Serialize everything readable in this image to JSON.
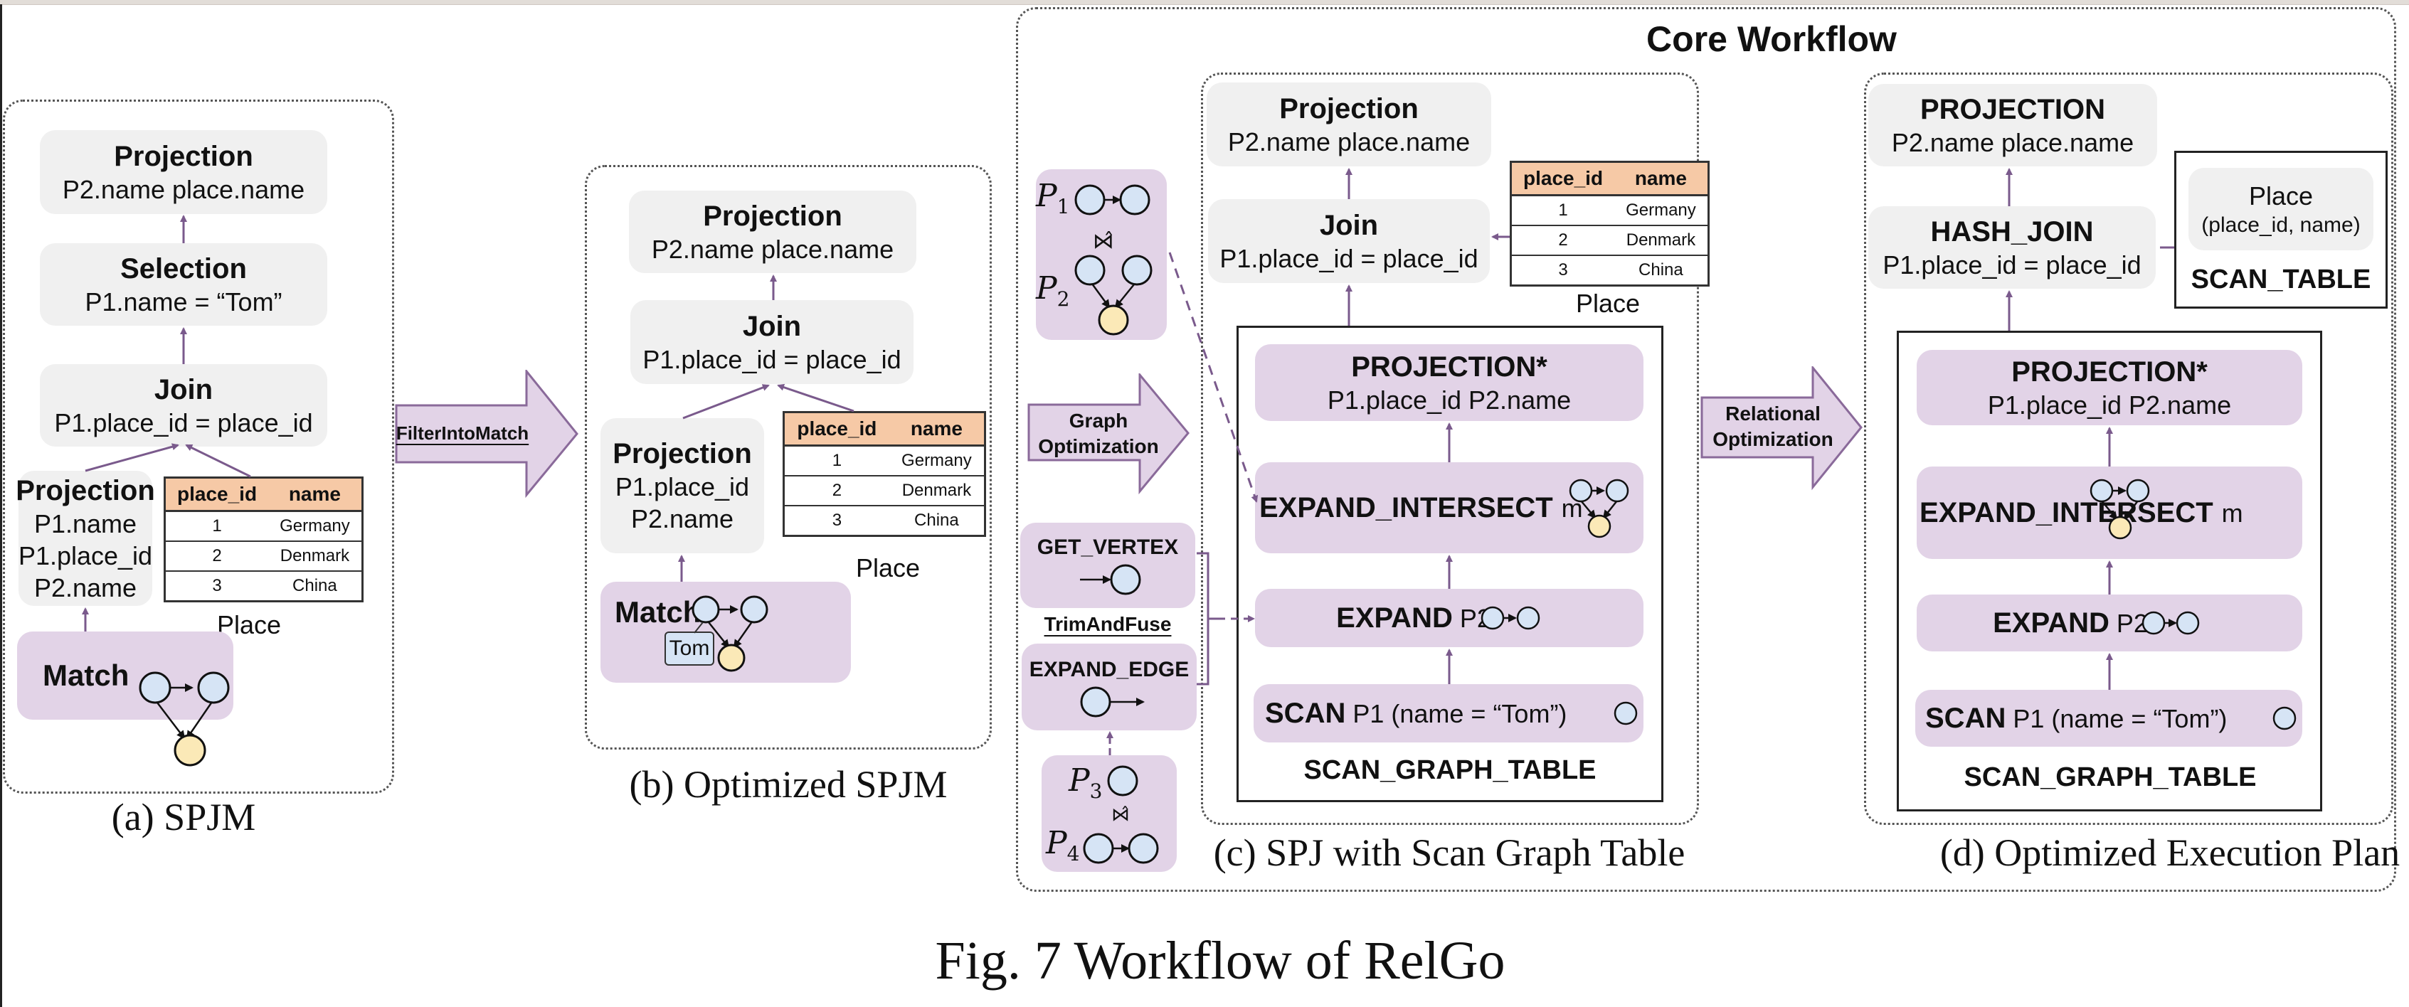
{
  "figure_caption": "Fig. 7 Workflow of RelGo",
  "core_workflow_title": "Core Workflow",
  "panel_a": {
    "caption": "(a) SPJM",
    "projection": {
      "title": "Projection",
      "detail": "P2.name place.name"
    },
    "selection": {
      "title": "Selection",
      "detail": "P1.name = “Tom”"
    },
    "join": {
      "title": "Join",
      "detail": "P1.place_id = place_id"
    },
    "inner_projection": {
      "title": "Projection",
      "lines": [
        "P1.name",
        "P1.place_id",
        "P2.name"
      ]
    },
    "match": {
      "title": "Match"
    },
    "table_label": "Place"
  },
  "arrow_filter": {
    "label": "FilterIntoMatch"
  },
  "panel_b": {
    "caption": "(b) Optimized SPJM",
    "projection": {
      "title": "Projection",
      "detail": "P2.name place.name"
    },
    "join": {
      "title": "Join",
      "detail": "P1.place_id = place_id"
    },
    "inner_projection": {
      "title": "Projection",
      "lines": [
        "P1.place_id",
        "P2.name"
      ]
    },
    "match": {
      "title": "Match",
      "tag": "Tom"
    },
    "table_label": "Place"
  },
  "place_table": {
    "columns": [
      "place_id",
      "name"
    ],
    "rows": [
      [
        "1",
        "Germany"
      ],
      [
        "2",
        "Denmark"
      ],
      [
        "3",
        "China"
      ]
    ]
  },
  "arrow_graph": {
    "label_line1": "Graph",
    "label_line2": "Optimization"
  },
  "graph_side": {
    "p1": "P",
    "p1_sub": "1",
    "p2": "P",
    "p2_sub": "2",
    "p3": "P",
    "p3_sub": "3",
    "p4": "P",
    "p4_sub": "4",
    "join_symbol": "⋈̂",
    "get_vertex": "GET_VERTEX",
    "trim_and_fuse": "TrimAndFuse",
    "expand_edge": "EXPAND_EDGE"
  },
  "panel_c": {
    "caption": "(c) SPJ with Scan Graph Table",
    "projection": {
      "title": "Projection",
      "detail": "P2.name place.name"
    },
    "join": {
      "title": "Join",
      "detail": "P1.place_id = place_id"
    },
    "table_label": "Place",
    "proj_star": {
      "title": "PROJECTION*",
      "detail": "P1.place_id P2.name"
    },
    "expand_intersect": {
      "title": "EXPAND_INTERSECT",
      "detail": "m"
    },
    "expand": {
      "title": "EXPAND",
      "detail": "P2"
    },
    "scan": {
      "title": "SCAN",
      "detail": "P1 (name = “Tom”)"
    },
    "group_label": "SCAN_GRAPH_TABLE"
  },
  "arrow_relational": {
    "label_line1": "Relational",
    "label_line2": "Optimization"
  },
  "panel_d": {
    "caption": "(d) Optimized Execution Plan",
    "projection": {
      "title": "PROJECTION",
      "detail": "P2.name place.name"
    },
    "hash_join": {
      "title": "HASH_JOIN",
      "detail": "P1.place_id = place_id"
    },
    "scan_table": {
      "table": "Place",
      "columns": "(place_id, name)",
      "label": "SCAN_TABLE"
    },
    "proj_star": {
      "title": "PROJECTION*",
      "detail": "P1.place_id P2.name"
    },
    "expand_intersect": {
      "title": "EXPAND_INTERSECT",
      "detail": "m"
    },
    "expand": {
      "title": "EXPAND",
      "detail": "P2"
    },
    "scan": {
      "title": "SCAN",
      "detail": "P1 (name = “Tom”)"
    },
    "group_label": "SCAN_GRAPH_TABLE"
  },
  "colors": {
    "operator_gray": "#f0f0f0",
    "graph_purple": "#e2d3e7",
    "table_header": "#f6c9a6",
    "vertex_blue": "#d6e4f5",
    "vertex_yellow": "#fbe9b7",
    "edge_purple": "#7a5a8c"
  }
}
